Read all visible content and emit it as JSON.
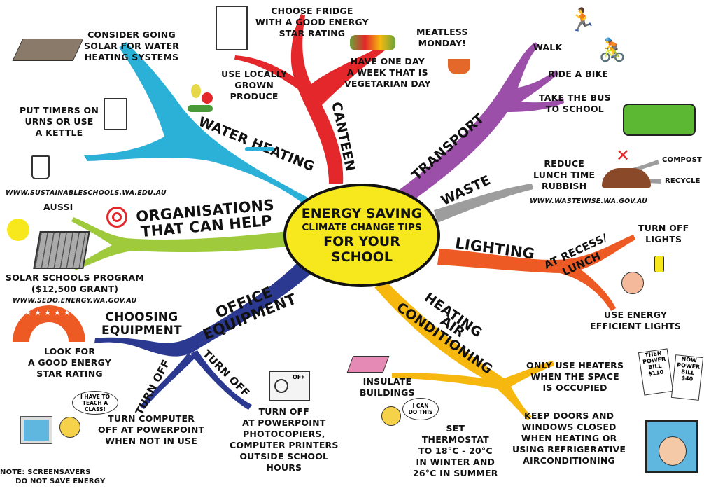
{
  "center": {
    "line1": "ENERGY SAVING",
    "line2": "CLIMATE CHANGE TIPS",
    "line3": "FOR YOUR\nSCHOOL"
  },
  "colors": {
    "center_fill": "#f6e81c",
    "water_heating": "#2bb0d8",
    "canteen": "#e3272a",
    "transport": "#9b4fa8",
    "waste": "#9d9d9d",
    "lighting": "#ee5a24",
    "heating_ac": "#f6b80f",
    "office_equipment": "#2b3990",
    "organisations": "#9fca3b"
  },
  "branches": {
    "water_heating": {
      "label": "WATER HEATING",
      "tips": [
        "CONSIDER GOING\nSOLAR FOR WATER\nHEATING SYSTEMS",
        "PUT TIMERS ON\nURNS OR USE\nA KETTLE"
      ]
    },
    "canteen": {
      "label": "CANTEEN",
      "tips": [
        "CHOOSE FRIDGE\nWITH A GOOD ENERGY\nSTAR RATING",
        "USE LOCALLY\nGROWN\nPRODUCE",
        "HAVE ONE DAY\nA WEEK THAT IS\nVEGETARIAN DAY",
        "MEATLESS\nMONDAY!"
      ]
    },
    "transport": {
      "label": "TRANSPORT",
      "tips": [
        "WALK",
        "RIDE A BIKE",
        "TAKE THE BUS\nTO SCHOOL"
      ]
    },
    "waste": {
      "label": "WASTE",
      "tips": [
        "REDUCE\nLUNCH TIME\nRUBBISH",
        "COMPOST",
        "RECYCLE"
      ],
      "url": "WWW.WASTEWISE.WA.GOV.AU"
    },
    "lighting": {
      "label": "LIGHTING",
      "sub_label": "AT RECESS/\nLUNCH",
      "tips": [
        "TURN OFF\nLIGHTS",
        "USE ENERGY\nEFFICIENT LIGHTS"
      ]
    },
    "heating_ac": {
      "label_top": "HEATING",
      "label_bottom": "AIR\nCONDITIONING",
      "tips": [
        "INSULATE\nBUILDINGS",
        "SET\nTHERMOSTAT\nTO 18°C - 20°C\nIN WINTER AND\n26°C IN SUMMER",
        "ONLY USE HEATERS\nWHEN THE SPACE\nIS OCCUPIED",
        "KEEP DOORS AND\nWINDOWS CLOSED\nWHEN HEATING OR\nUSING REFRIGERATIVE\nAIRCONDITIONING"
      ],
      "speech": "I CAN\nDO THIS",
      "bill_then": {
        "when": "THEN",
        "title": "POWER\nBILL",
        "amount": "$110"
      },
      "bill_now": {
        "when": "NOW",
        "title": "POWER\nBILL",
        "amount": "$40"
      }
    },
    "office_equipment": {
      "label": "OFFICE\nEQUIPMENT",
      "choosing_label": "CHOOSING\nEQUIPMENT",
      "turn_off_left": "TURN OFF",
      "turn_off_right": "TURN OFF",
      "tips": [
        "LOOK FOR\nA GOOD ENERGY\nSTAR RATING",
        "TURN COMPUTER\nOFF AT POWERPOINT\nWHEN NOT IN USE",
        "TURN OFF\nAT POWERPOINT\nPHOTOCOPIERS,\nCOMPUTER PRINTERS\nOUTSIDE SCHOOL\nHOURS"
      ],
      "speech": "I HAVE TO\nTEACH A CLASS!",
      "note": "NOTE: SCREENSAVERS\n      DO NOT SAVE ENERGY",
      "switch_label": "OFF"
    },
    "organisations": {
      "label": "ORGANISATIONS\nTHAT CAN HELP",
      "url1": "WWW.SUSTAINABLESCHOOLS.WA.EDU.AU",
      "aussi": "AUSSI",
      "program": "SOLAR SCHOOLS PROGRAM\n($12,500 GRANT)",
      "url2": "WWW.SEDO.ENERGY.WA.GOV.AU"
    }
  }
}
